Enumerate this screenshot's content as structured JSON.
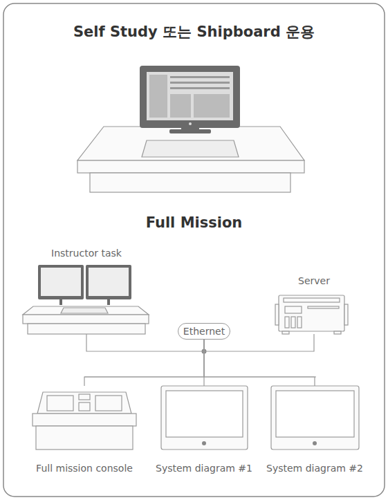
{
  "diagram": {
    "title": "Self Study 또는 Shipboard 운용",
    "nodes": [
      {
        "text": [
          "Instructor task"
        ]
      },
      {
        "text": [
          "Server"
        ]
      },
      {
        "text": [
          "Ethernet"
        ]
      },
      {
        "text": [
          "Full mission console"
        ]
      },
      {
        "text": [
          "System diagram #1"
        ]
      },
      {
        "text": [
          "System diagram #2"
        ]
      }
    ],
    "edges": [
      {
        "from": 2,
        "to": 0,
        "arrow": "none"
      },
      {
        "from": 2,
        "to": 1,
        "arrow": "none"
      },
      {
        "from": 2,
        "to": 3,
        "arrow": "none"
      },
      {
        "from": 2,
        "to": 4,
        "arrow": "none"
      },
      {
        "from": 2,
        "to": 5,
        "arrow": "none"
      }
    ],
    "labels": [
      "Full Mission"
    ]
  }
}
